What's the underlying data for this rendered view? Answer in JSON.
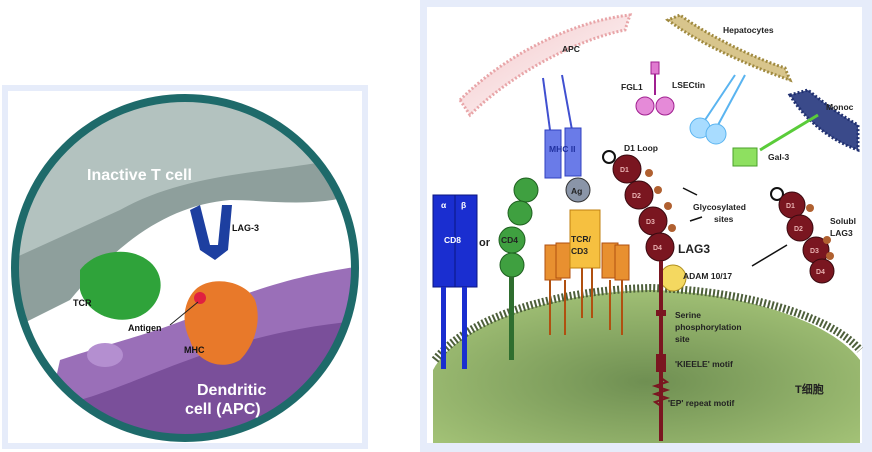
{
  "left_panel": {
    "labels": {
      "t_cell": "Inactive T cell",
      "lag3": "LAG-3",
      "tcr": "TCR",
      "antigen": "Antigen",
      "mhc": "MHC",
      "dendritic_1": "Dendritic",
      "dendritic_2": "cell (APC)"
    }
  },
  "right_panel": {
    "labels": {
      "apc": "APC",
      "hepatocytes": "Hepatocytes",
      "fgl1": "FGL1",
      "lsectin": "LSECtin",
      "monocyte": "Monoc",
      "mhc2": "MHC II",
      "ag": "Ag",
      "d1_loop": "D1 Loop",
      "gal3": "Gal-3",
      "glyco_1": "Glycosylated",
      "glyco_2": "sites",
      "soluble_1": "Solubl",
      "soluble_2": "LAG3",
      "alpha": "α",
      "beta": "β",
      "cd8": "CD8",
      "or": "or",
      "cd4": "CD4",
      "tcr_1": "TCR/",
      "tcr_2": "CD3",
      "lag3": "LAG3",
      "adam": "ADAM 10/17",
      "serine_1": "Serine",
      "serine_2": "phosphorylation",
      "serine_3": "site",
      "kieele": "'KIEELE' motif",
      "ep": "'EP' repeat motif",
      "t_cell": "T细胞",
      "domains": [
        "D1",
        "D2",
        "D3",
        "D4"
      ]
    }
  },
  "colors": {
    "frame": "#e6ecfa",
    "ring": "#1e6a6a",
    "lag3": "#7a1620",
    "tcell": "#9bbd6a"
  }
}
